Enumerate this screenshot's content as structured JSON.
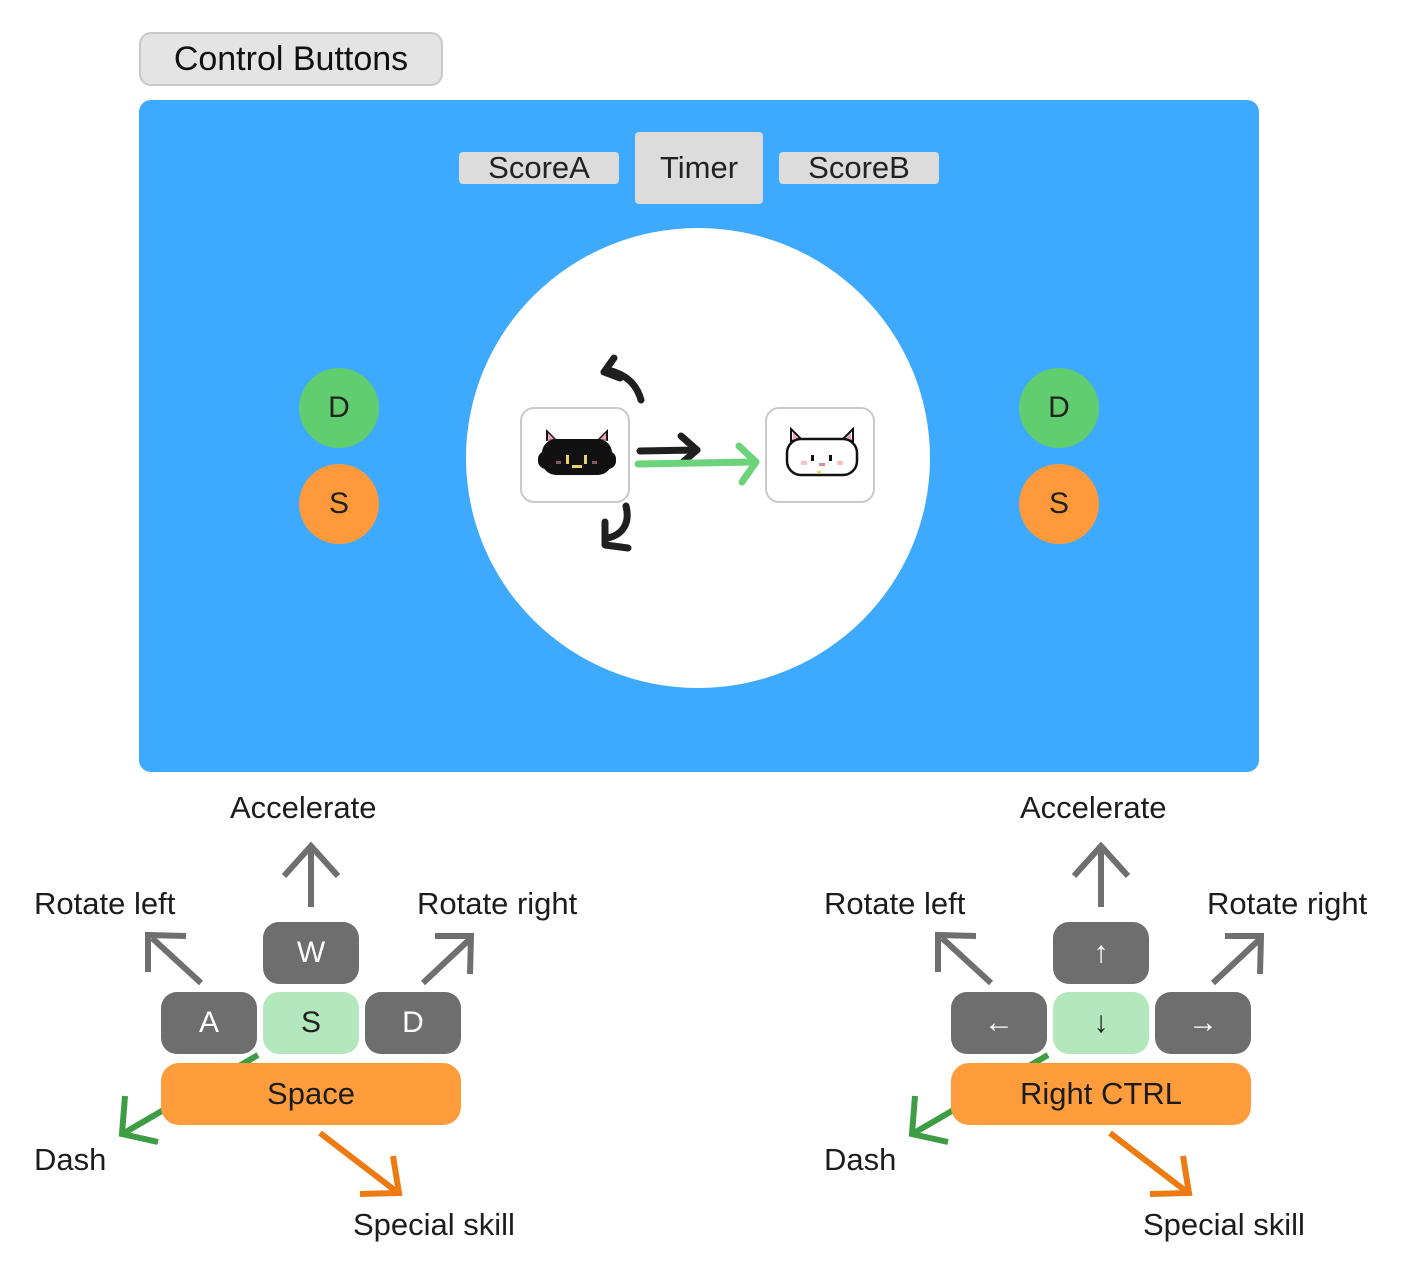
{
  "title_button": "Control Buttons",
  "hud": {
    "score_a": "ScoreA",
    "timer": "Timer",
    "score_b": "ScoreB"
  },
  "left_indicators": {
    "top": "D",
    "bottom": "S"
  },
  "right_indicators": {
    "top": "D",
    "bottom": "S"
  },
  "player1": {
    "keys": {
      "up": "W",
      "left": "A",
      "down": "S",
      "right": "D",
      "action": "Space"
    },
    "labels": {
      "up": "Accelerate",
      "left": "Rotate left",
      "right": "Rotate right",
      "dash": "Dash",
      "skill": "Special skill"
    }
  },
  "player2": {
    "keys": {
      "up": "↑",
      "left": "←",
      "down": "↓",
      "right": "→",
      "action": "Right CTRL"
    },
    "labels": {
      "up": "Accelerate",
      "left": "Rotate left",
      "right": "Rotate right",
      "dash": "Dash",
      "skill": "Special skill"
    }
  },
  "colors": {
    "arena": "#3eaaff",
    "key_dark": "#6e6e6e",
    "key_light_green": "#b3e8bd",
    "action_orange": "#ff9d3d",
    "dash_arrow": "#3d9c44",
    "skill_arrow": "#ee7a12",
    "indicator_green": "#60cd6e",
    "indicator_orange": "#ff9a3c"
  }
}
